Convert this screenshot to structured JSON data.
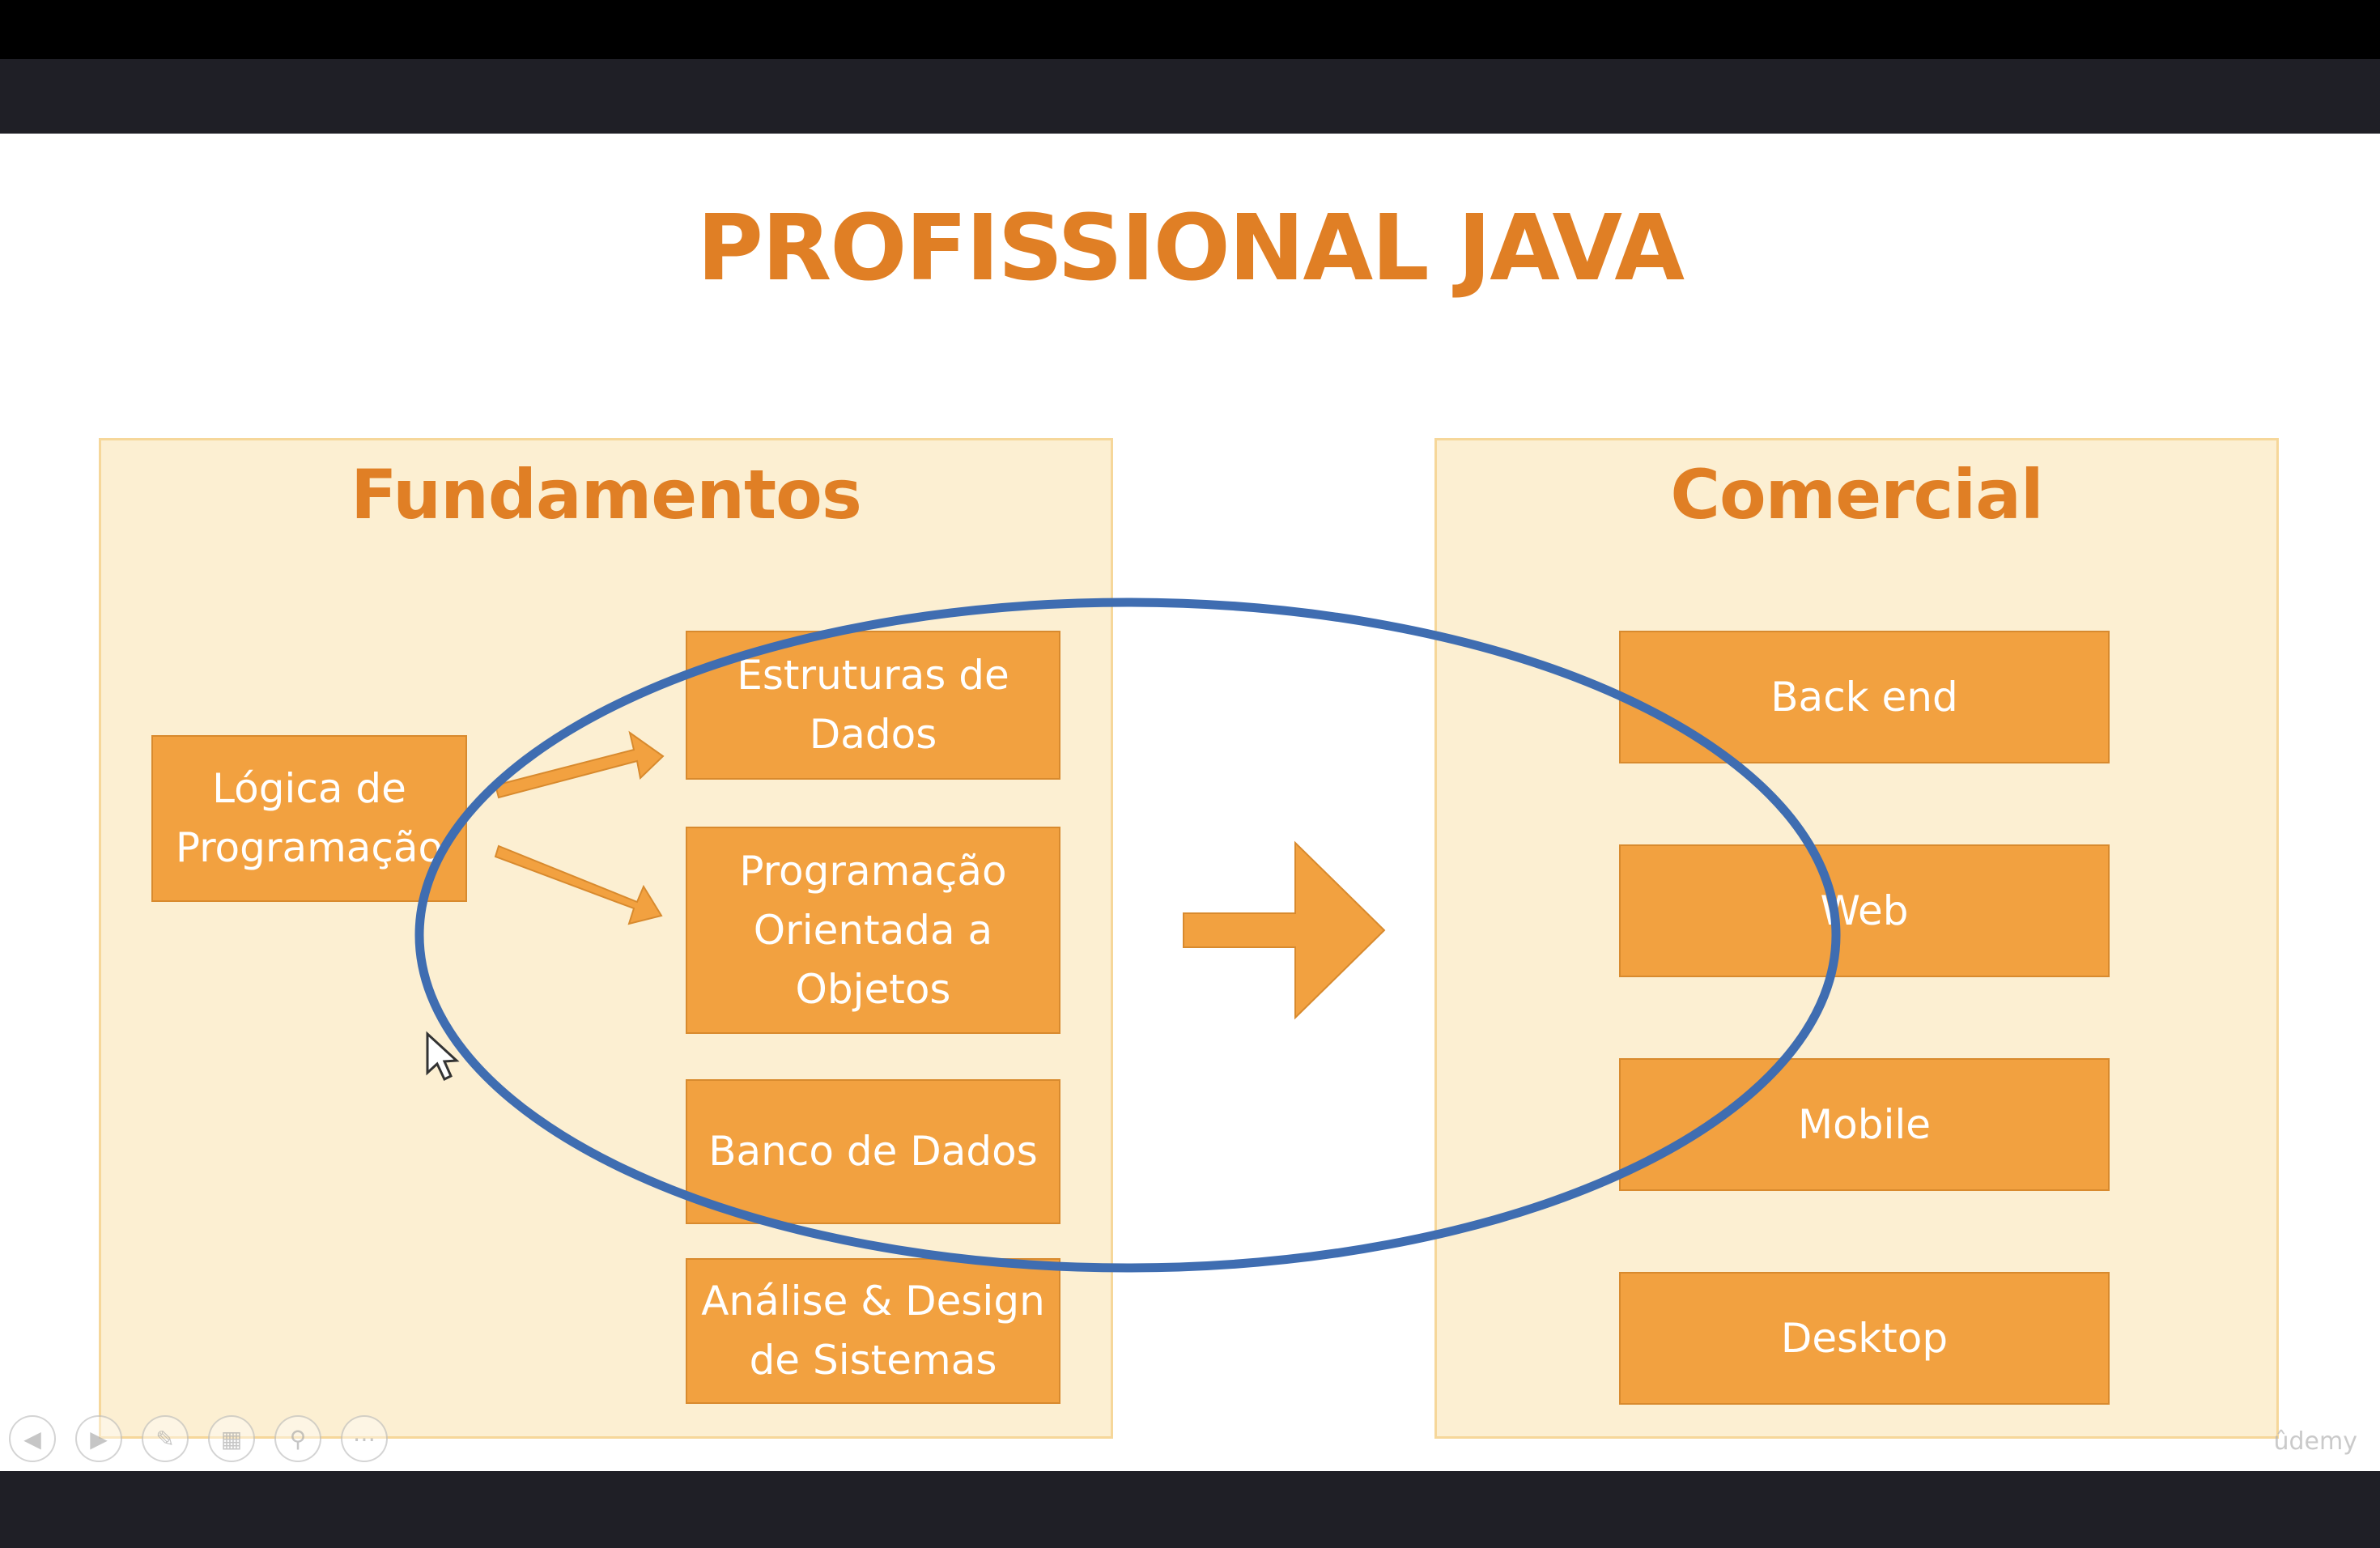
{
  "title": "PROFISSIONAL JAVA",
  "fundamentos": {
    "title": "Fundamentos",
    "logica": "Lógica de\nProgramação",
    "estruturas": "Estruturas de\nDados",
    "poo": "Programação\nOrientada a\nObjetos",
    "banco": "Banco de Dados",
    "analise": "Análise & Design\nde Sistemas"
  },
  "comercial": {
    "title": "Comercial",
    "items": [
      "Back end",
      "Web",
      "Mobile",
      "Desktop"
    ]
  },
  "watermark": "ûdemy",
  "colors": {
    "title": "#e07f25",
    "box": "#f2a140",
    "panel": "#fcefd2",
    "ellipse": "#3f6db1"
  },
  "controls": [
    "prev-icon",
    "next-icon",
    "pen-icon",
    "slides-icon",
    "zoom-icon",
    "more-icon"
  ]
}
